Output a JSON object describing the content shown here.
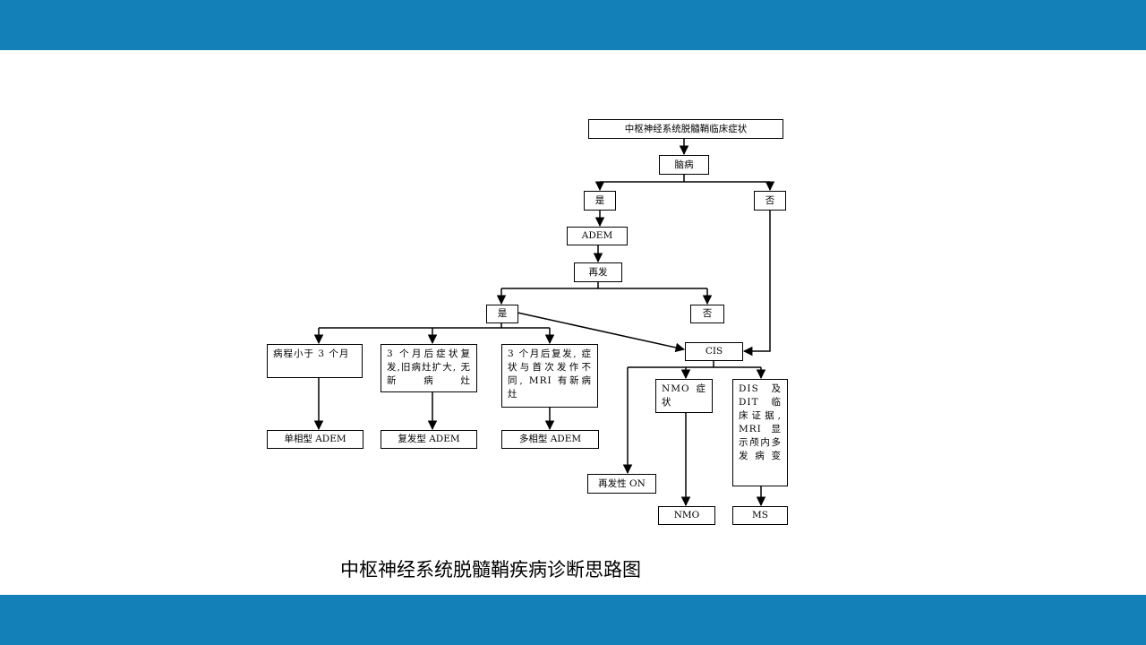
{
  "nodes": {
    "root": "中枢神经系统脱髓鞘临床症状",
    "encephalopathy": "脑病",
    "yes1": "是",
    "no1": "否",
    "adem": "ADEM",
    "recurrence": "再发",
    "yes2": "是",
    "no2": "否",
    "cis": "CIS",
    "course_lt3": "病程小于 3 个月",
    "relapse_3m": "3 个月后症状复发,旧病灶扩大, 无新病灶",
    "relapse_diff": "3 个月后复发, 症状与首次发作不同, MRI 有新病灶",
    "nmo_symptom": "NMO 症状",
    "dis_dit": "DIS 及 DIT 临床证据, MRI 显示颅内多发病变",
    "mono_adem": "单相型 ADEM",
    "recur_adem": "复发型 ADEM",
    "multi_adem": "多相型 ADEM",
    "recur_on": "再发性 ON",
    "nmo": "NMO",
    "ms": "MS"
  },
  "caption": "中枢神经系统脱髓鞘疾病诊断思路图",
  "colors": {
    "band": "#1480b8",
    "line": "#000000",
    "background": "#ffffff"
  }
}
